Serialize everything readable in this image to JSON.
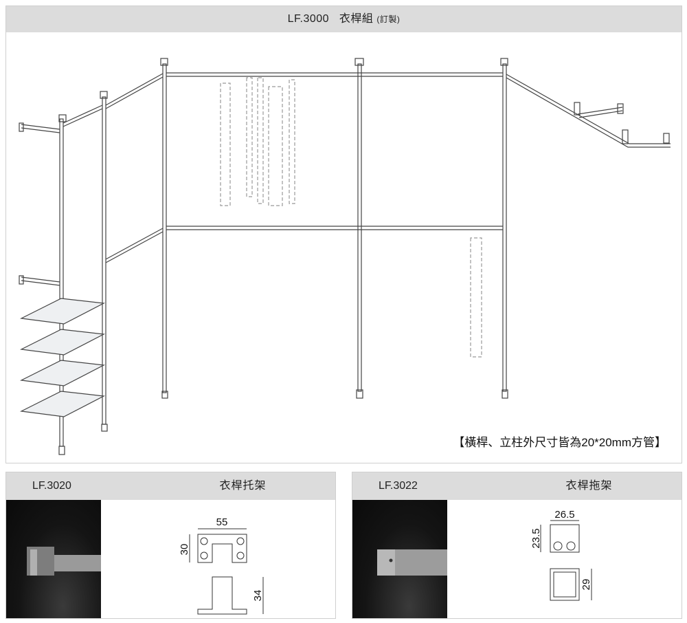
{
  "main": {
    "code": "LF.3000",
    "title": "衣桿組",
    "title_note": "(訂製)",
    "note": "【橫桿、立柱外尺寸皆為20*20mm方管】"
  },
  "parts": [
    {
      "code": "LF.3020",
      "name": "衣桿托架",
      "dims": {
        "width": "55",
        "height": "30",
        "depth": "34"
      }
    },
    {
      "code": "LF.3022",
      "name": "衣桿拖架",
      "dims": {
        "width": "26.5",
        "height": "23.5",
        "depth": "29"
      }
    }
  ]
}
